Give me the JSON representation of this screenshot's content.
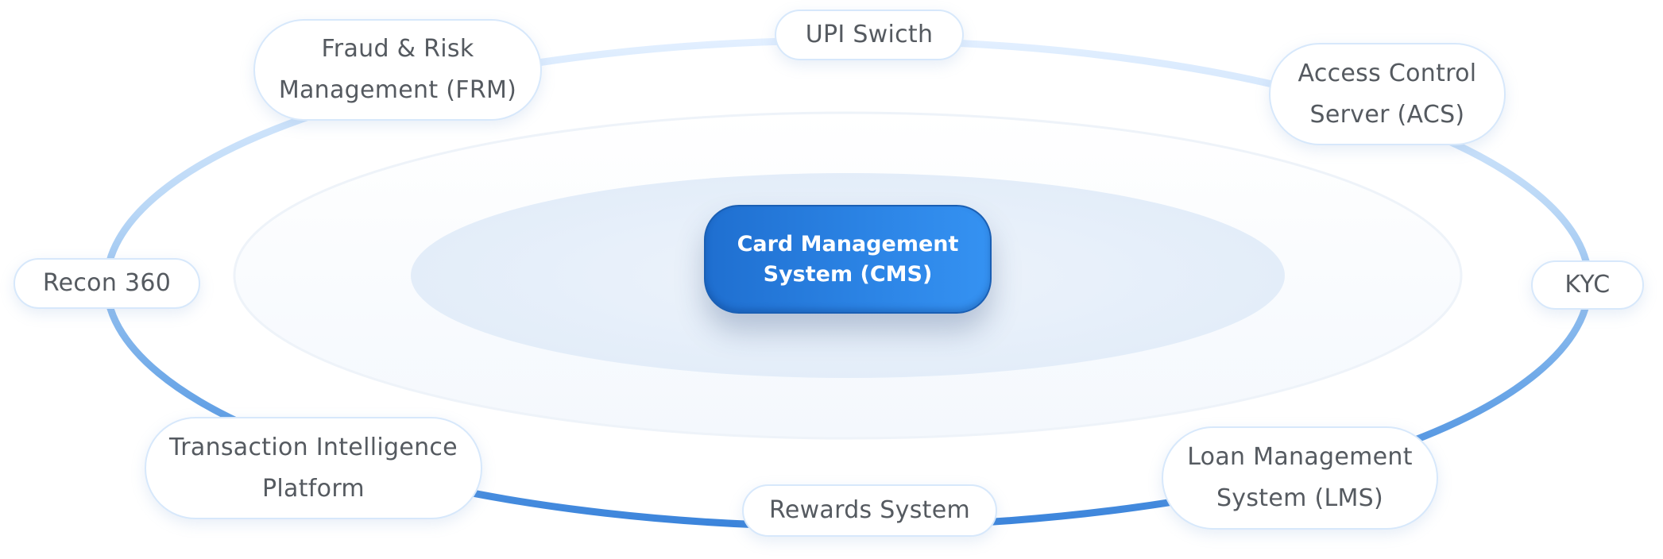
{
  "center": {
    "label": "Card Management\nSystem (CMS)"
  },
  "nodes": {
    "upi": "UPI Swicth",
    "frm": "Fraud & Risk\nManagement (FRM)",
    "acs": "Access Control\nServer (ACS)",
    "recon": "Recon 360",
    "kyc": "KYC",
    "tip": "Transaction Intelligence\nPlatform",
    "rewards": "Rewards System",
    "lms": "Loan Management\nSystem (LMS)"
  },
  "colors": {
    "ring_light": "#dcebfd",
    "ring_dark": "#3d86dc",
    "center_start": "#1f6fd0",
    "center_end": "#3592f2",
    "node_border": "#d7e8fb",
    "text": "#555a60"
  }
}
